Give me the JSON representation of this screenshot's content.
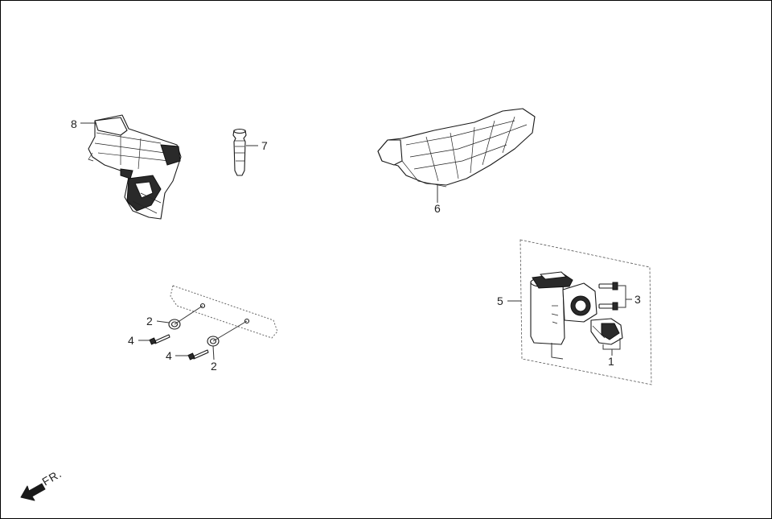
{
  "diagram": {
    "frame_color": "#000000",
    "line_color": "#333333",
    "callouts": [
      {
        "id": "8",
        "text": "8"
      },
      {
        "id": "7",
        "text": "7"
      },
      {
        "id": "6",
        "text": "6"
      },
      {
        "id": "5",
        "text": "5"
      },
      {
        "id": "3",
        "text": "3"
      },
      {
        "id": "1",
        "text": "1"
      },
      {
        "id": "2a",
        "text": "2"
      },
      {
        "id": "4a",
        "text": "4"
      },
      {
        "id": "4b",
        "text": "4"
      },
      {
        "id": "2b",
        "text": "2"
      }
    ],
    "direction_label": "FR.",
    "direction_icon": "front-arrow-icon"
  }
}
